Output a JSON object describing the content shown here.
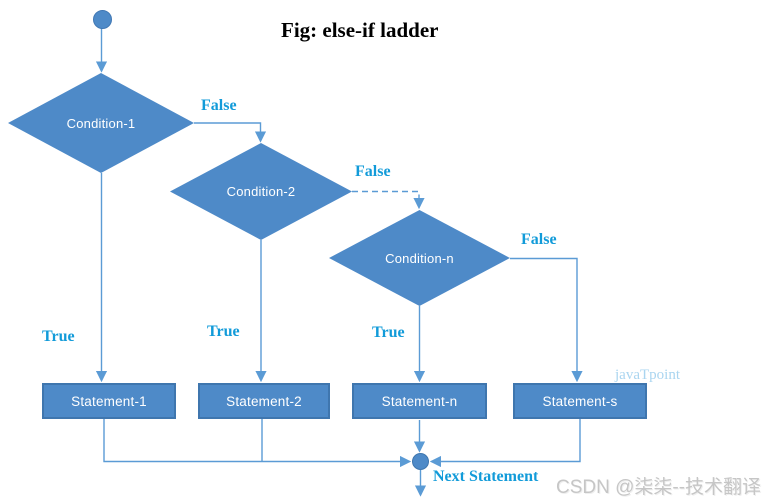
{
  "title": "Fig: else-if ladder",
  "colors": {
    "shape_fill": "#4e8ac8",
    "shape_border": "#3f76ae",
    "connector": "#5b9bd5",
    "edge_label_blue": "#129bd9",
    "watermark_javatpoint_blue": "#aad5f0",
    "watermark_csdn_gray": "#c6c6c6"
  },
  "flowchart": {
    "conditions": [
      {
        "label": "Condition-1"
      },
      {
        "label": "Condition-2"
      },
      {
        "label": "Condition-n"
      }
    ],
    "statements": [
      {
        "label": "Statement-1"
      },
      {
        "label": "Statement-2"
      },
      {
        "label": "Statement-n"
      },
      {
        "label": "Statement-s"
      }
    ],
    "edge_labels": {
      "false_1": "False",
      "false_2": "False",
      "false_3": "False",
      "true_1": "True",
      "true_2": "True",
      "true_3": "True",
      "next": "Next Statement"
    }
  },
  "watermarks": {
    "javatpoint": "javaTpoint",
    "csdn": "CSDN @柒柒--技术翻译"
  }
}
